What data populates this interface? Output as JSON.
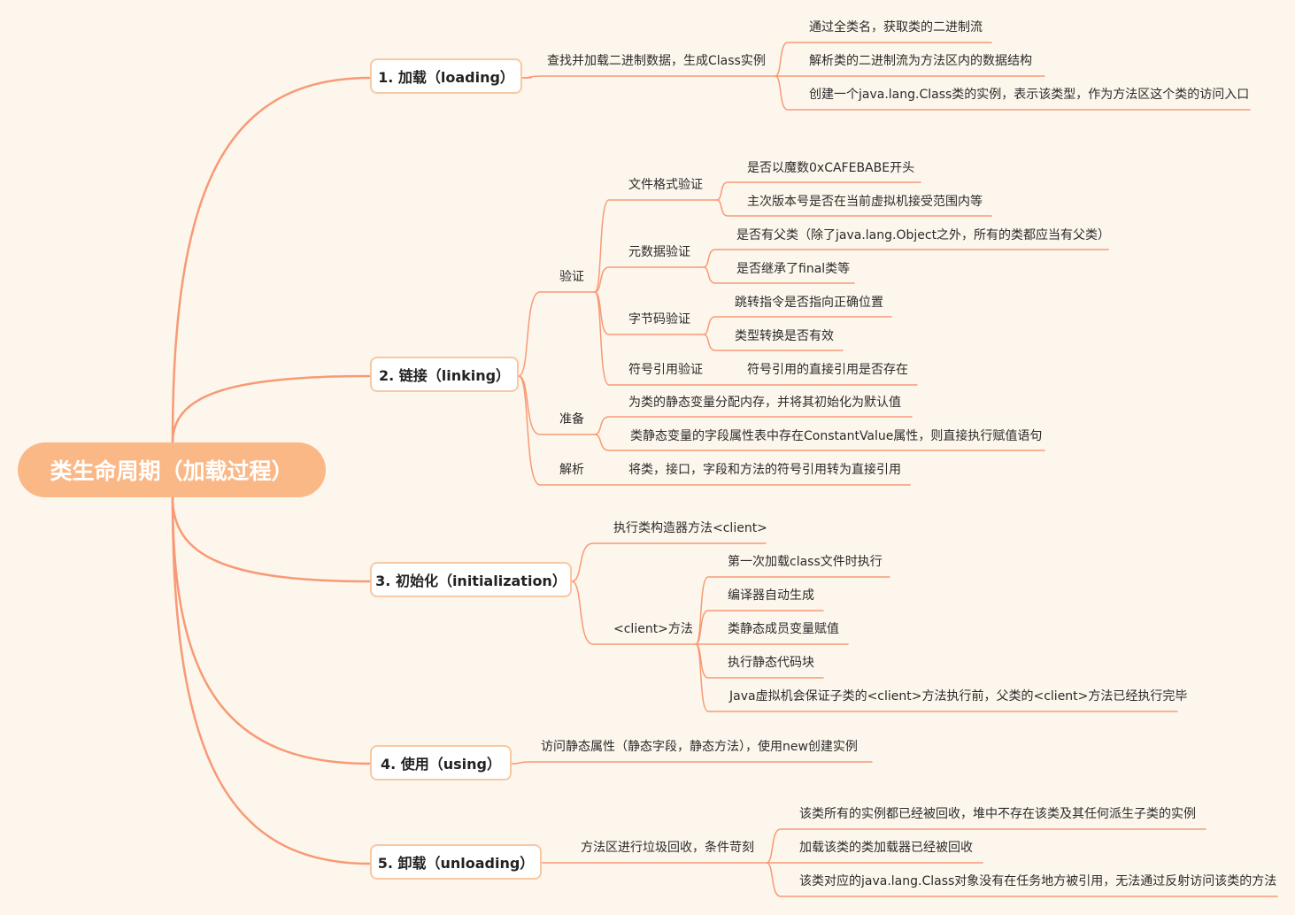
{
  "colors": {
    "line": "#f79a76",
    "root_fill": "#fbb887",
    "node_border": "#f8c8a3",
    "background": "#fdf6ec"
  },
  "root": {
    "label": "类生命周期（加载过程）"
  },
  "stages": [
    {
      "label": "1. 加载（loading）",
      "summary": "查找并加载二进制数据，生成Class实例",
      "details": [
        "通过全类名，获取类的二进制流",
        "解析类的二进制流为方法区内的数据结构",
        "创建一个java.lang.Class类的实例，表示该类型，作为方法区这个类的访问入口"
      ]
    },
    {
      "label": "2. 链接（linking）",
      "verify": {
        "label": "验证",
        "file_format": {
          "label": "文件格式验证",
          "items": [
            "是否以魔数0xCAFEBABE开头",
            "主次版本号是否在当前虚拟机接受范围内等"
          ]
        },
        "metadata": {
          "label": "元数据验证",
          "items": [
            "是否有父类（除了java.lang.Object之外，所有的类都应当有父类）",
            "是否继承了final类等"
          ]
        },
        "bytecode": {
          "label": "字节码验证",
          "items": [
            "跳转指令是否指向正确位置",
            "类型转换是否有效"
          ]
        },
        "symbol_ref": {
          "label": "符号引用验证",
          "items": [
            "符号引用的直接引用是否存在"
          ]
        }
      },
      "prepare": {
        "label": "准备",
        "items": [
          "为类的静态变量分配内存，并将其初始化为默认值",
          "类静态变量的字段属性表中存在ConstantValue属性，则直接执行赋值语句"
        ]
      },
      "resolve": {
        "label": "解析",
        "items": [
          "将类，接口，字段和方法的符号引用转为直接引用"
        ]
      }
    },
    {
      "label": "3. 初始化（initialization）",
      "run_clinit": "执行类构造器方法<client>",
      "clinit": {
        "label": "<client>方法",
        "items": [
          "第一次加载class文件时执行",
          "编译器自动生成",
          "类静态成员变量赋值",
          "执行静态代码块",
          "Java虚拟机会保证子类的<client>方法执行前，父类的<client>方法已经执行完毕"
        ]
      }
    },
    {
      "label": "4. 使用（using）",
      "summary": "访问静态属性（静态字段，静态方法），使用new创建实例"
    },
    {
      "label": "5. 卸载（unloading）",
      "summary": "方法区进行垃圾回收，条件苛刻",
      "details": [
        "该类所有的实例都已经被回收，堆中不存在该类及其任何派生子类的实例",
        "加载该类的类加载器已经被回收",
        "该类对应的java.lang.Class对象没有在任务地方被引用，无法通过反射访问该类的方法"
      ]
    }
  ]
}
